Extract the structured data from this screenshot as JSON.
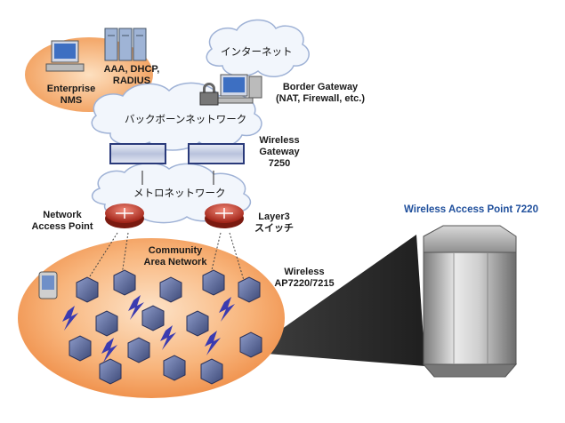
{
  "nodes": {
    "enterprise_nms": "Enterprise\nNMS",
    "aaa": "AAA, DHCP,\nRADIUS",
    "internet": "インターネット",
    "border_gateway": "Border Gateway\n(NAT, Firewall, etc.)",
    "backbone": "バックボーンネットワーク",
    "wireless_gateway": "Wireless\nGateway\n7250",
    "metro": "メトロネットワーク",
    "network_access_point": "Network\nAccess Point",
    "layer3": "Layer3\nスイッチ",
    "community": "Community\nArea Network",
    "wireless_ap": "Wireless\nAP7220/7215",
    "detail_title": "Wireless Access Point 7220"
  },
  "colors": {
    "orange_zone": "#f4a46a",
    "cloud": "#f0f4fb",
    "router": "#c0392b",
    "ap_body": "#5b6b9c",
    "lightning": "#3a3aa8",
    "title_blue": "#1f4f9c"
  }
}
